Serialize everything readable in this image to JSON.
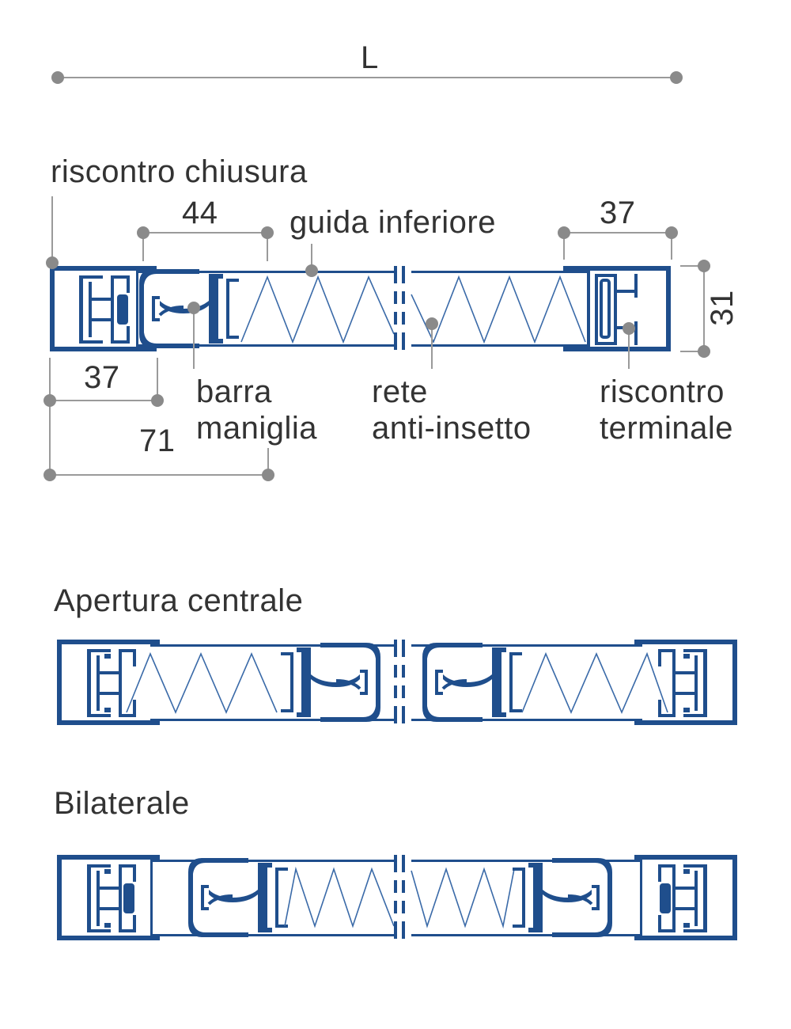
{
  "colors": {
    "profile": "#1f4e8c",
    "mesh": "#3a6aa8",
    "dimension": "#9a9a9a",
    "text": "#333333",
    "background": "#ffffff"
  },
  "dimensions": {
    "overall_length": "L",
    "handle_bar_width": "44",
    "end_stop_width": "37",
    "closing_stop_width": "37",
    "closing_plus_bar_width": "71",
    "height": "31"
  },
  "labels": {
    "closing_stop": "riscontro chiusura",
    "bottom_guide": "guida inferiore",
    "handle_bar": [
      "barra",
      "maniglia"
    ],
    "insect_mesh": [
      "rete",
      "anti-insetto"
    ],
    "end_stop": [
      "riscontro",
      "terminale"
    ]
  },
  "sections": {
    "central_opening": "Apertura centrale",
    "bilateral": "Bilaterale"
  }
}
